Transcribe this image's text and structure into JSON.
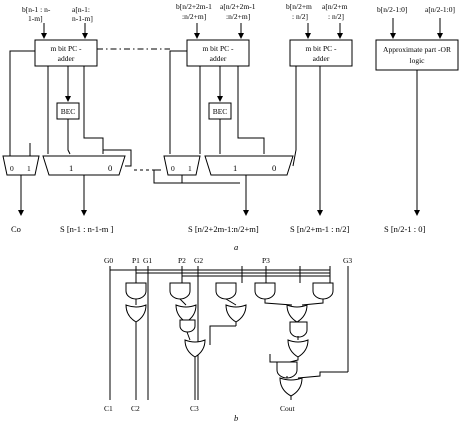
{
  "diagram_a": {
    "inputs_block1": {
      "b": [
        "b[n-1 : n-",
        "1-m]"
      ],
      "a": [
        "a[n-1:",
        "n-1-m]"
      ]
    },
    "inputs_block2": {
      "b": [
        "b[n/2+2m-1",
        ":n/2+m]"
      ],
      "a": [
        "a[n/2+2m-1",
        ":n/2+m]"
      ]
    },
    "inputs_block3": {
      "b": [
        "b[n/2+m",
        ": n/2]"
      ],
      "a": [
        "a[n/2+m",
        ": n/2]"
      ]
    },
    "inputs_block4": {
      "b": "b[n/2-1:0]",
      "a": "a[n/2-1:0]"
    },
    "adder_label": [
      "m bit PC -",
      "adder"
    ],
    "approx_label": [
      "Approximate part -OR",
      "logic"
    ],
    "bec_label": "BEC",
    "mux_small": {
      "in0": "0",
      "in1": "1"
    },
    "mux_big": {
      "in1": "1",
      "in0": "0"
    },
    "outputs": [
      "Co",
      "S [n-1 : n-1-m ]",
      "S [n/2+2m-1:n/2+m]",
      "S [n/2+m-1 : n/2]",
      "S [n/2-1 : 0]"
    ],
    "caption": "a"
  },
  "diagram_b": {
    "top_inputs": [
      "G0",
      "P1",
      "G1",
      "P2",
      "G2",
      "P3",
      "G3"
    ],
    "bottom_outputs": [
      "C1",
      "C2",
      "C3",
      "Cout"
    ],
    "caption": "b"
  }
}
